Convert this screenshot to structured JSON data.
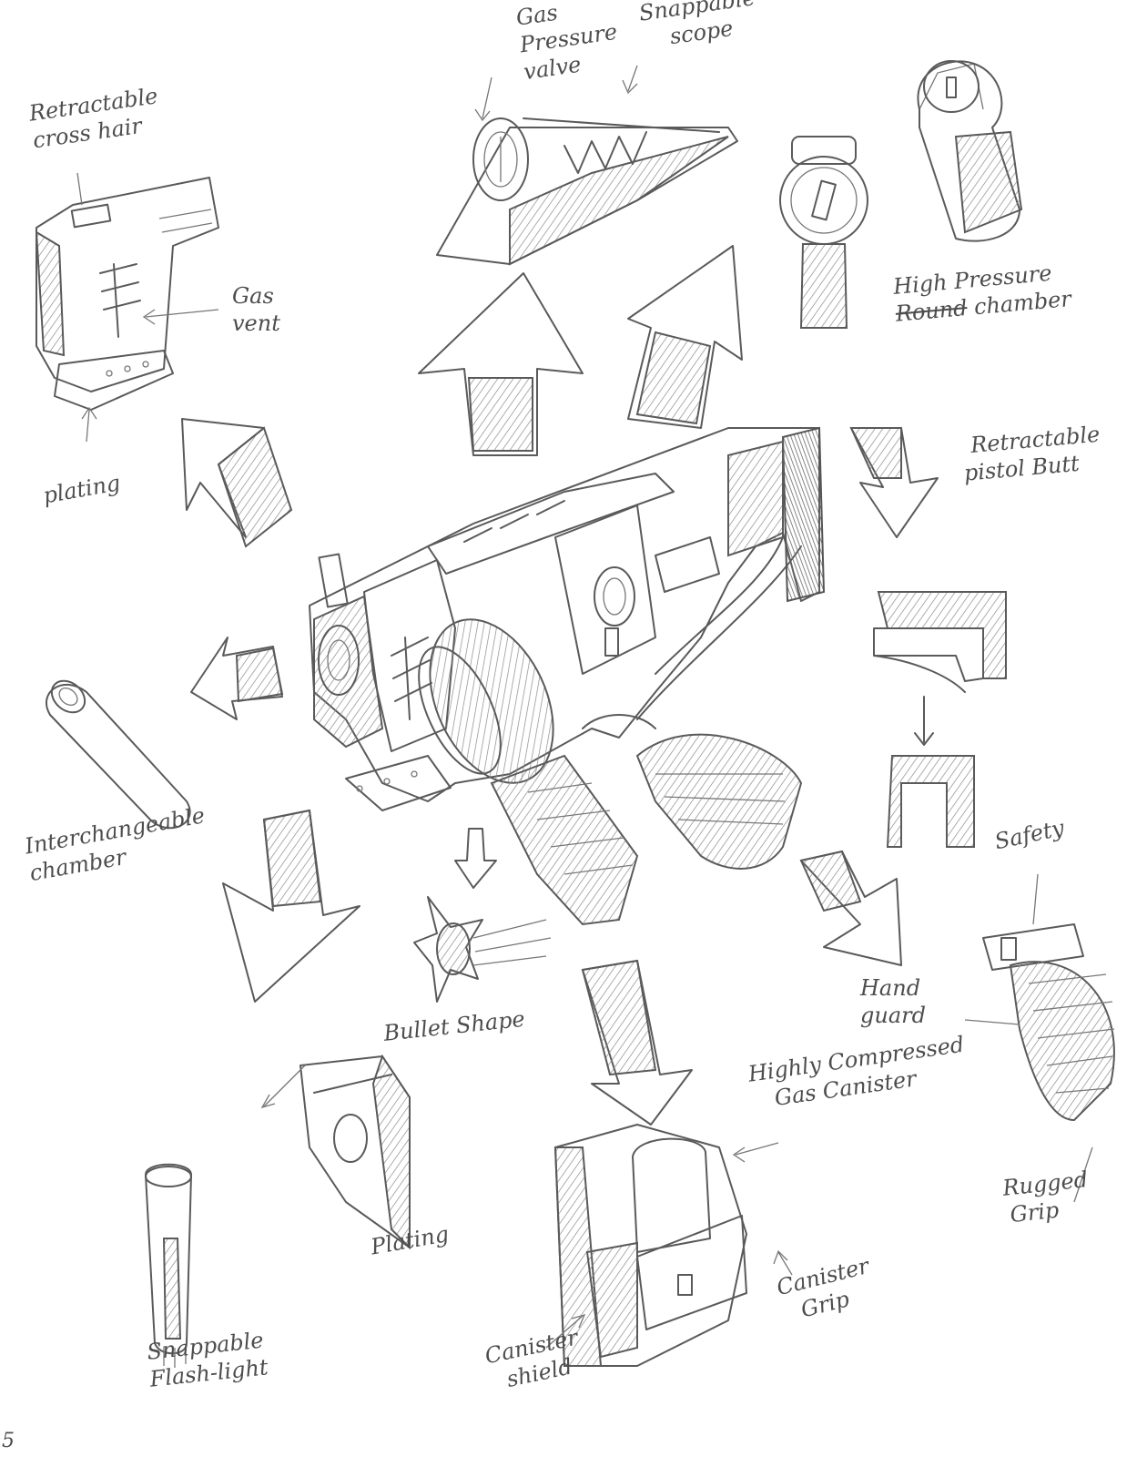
{
  "labels": {
    "gas_pressure_valve": [
      "Gas",
      "Pressure",
      "valve"
    ],
    "snappable_scope": [
      "Snappable",
      "scope"
    ],
    "retractable_crosshair": [
      "Retractable",
      "cross hair"
    ],
    "gas_vent": [
      "Gas",
      "vent"
    ],
    "plating_top": "plating",
    "high_pressure": "High Pressure",
    "round_struck": "Round",
    "chamber": "chamber",
    "retractable_butt": [
      "Retractable",
      "pistol Butt"
    ],
    "interchangeable_chamber": [
      "Interchangeable",
      "chamber"
    ],
    "safety": "Safety",
    "hand_guard": [
      "Hand",
      "guard"
    ],
    "bullet_shape": "Bullet Shape",
    "highly_compressed": [
      "Highly Compressed",
      "Gas Canister"
    ],
    "rugged_grip": [
      "Rugged",
      "Grip"
    ],
    "plating_bottom": "Plating",
    "canister_grip": [
      "Canister",
      "Grip"
    ],
    "canister_shield": [
      "Canister",
      "shield"
    ],
    "snappable_flashlight": [
      "Snappable",
      "Flash-light"
    ],
    "page_mark": "5"
  }
}
